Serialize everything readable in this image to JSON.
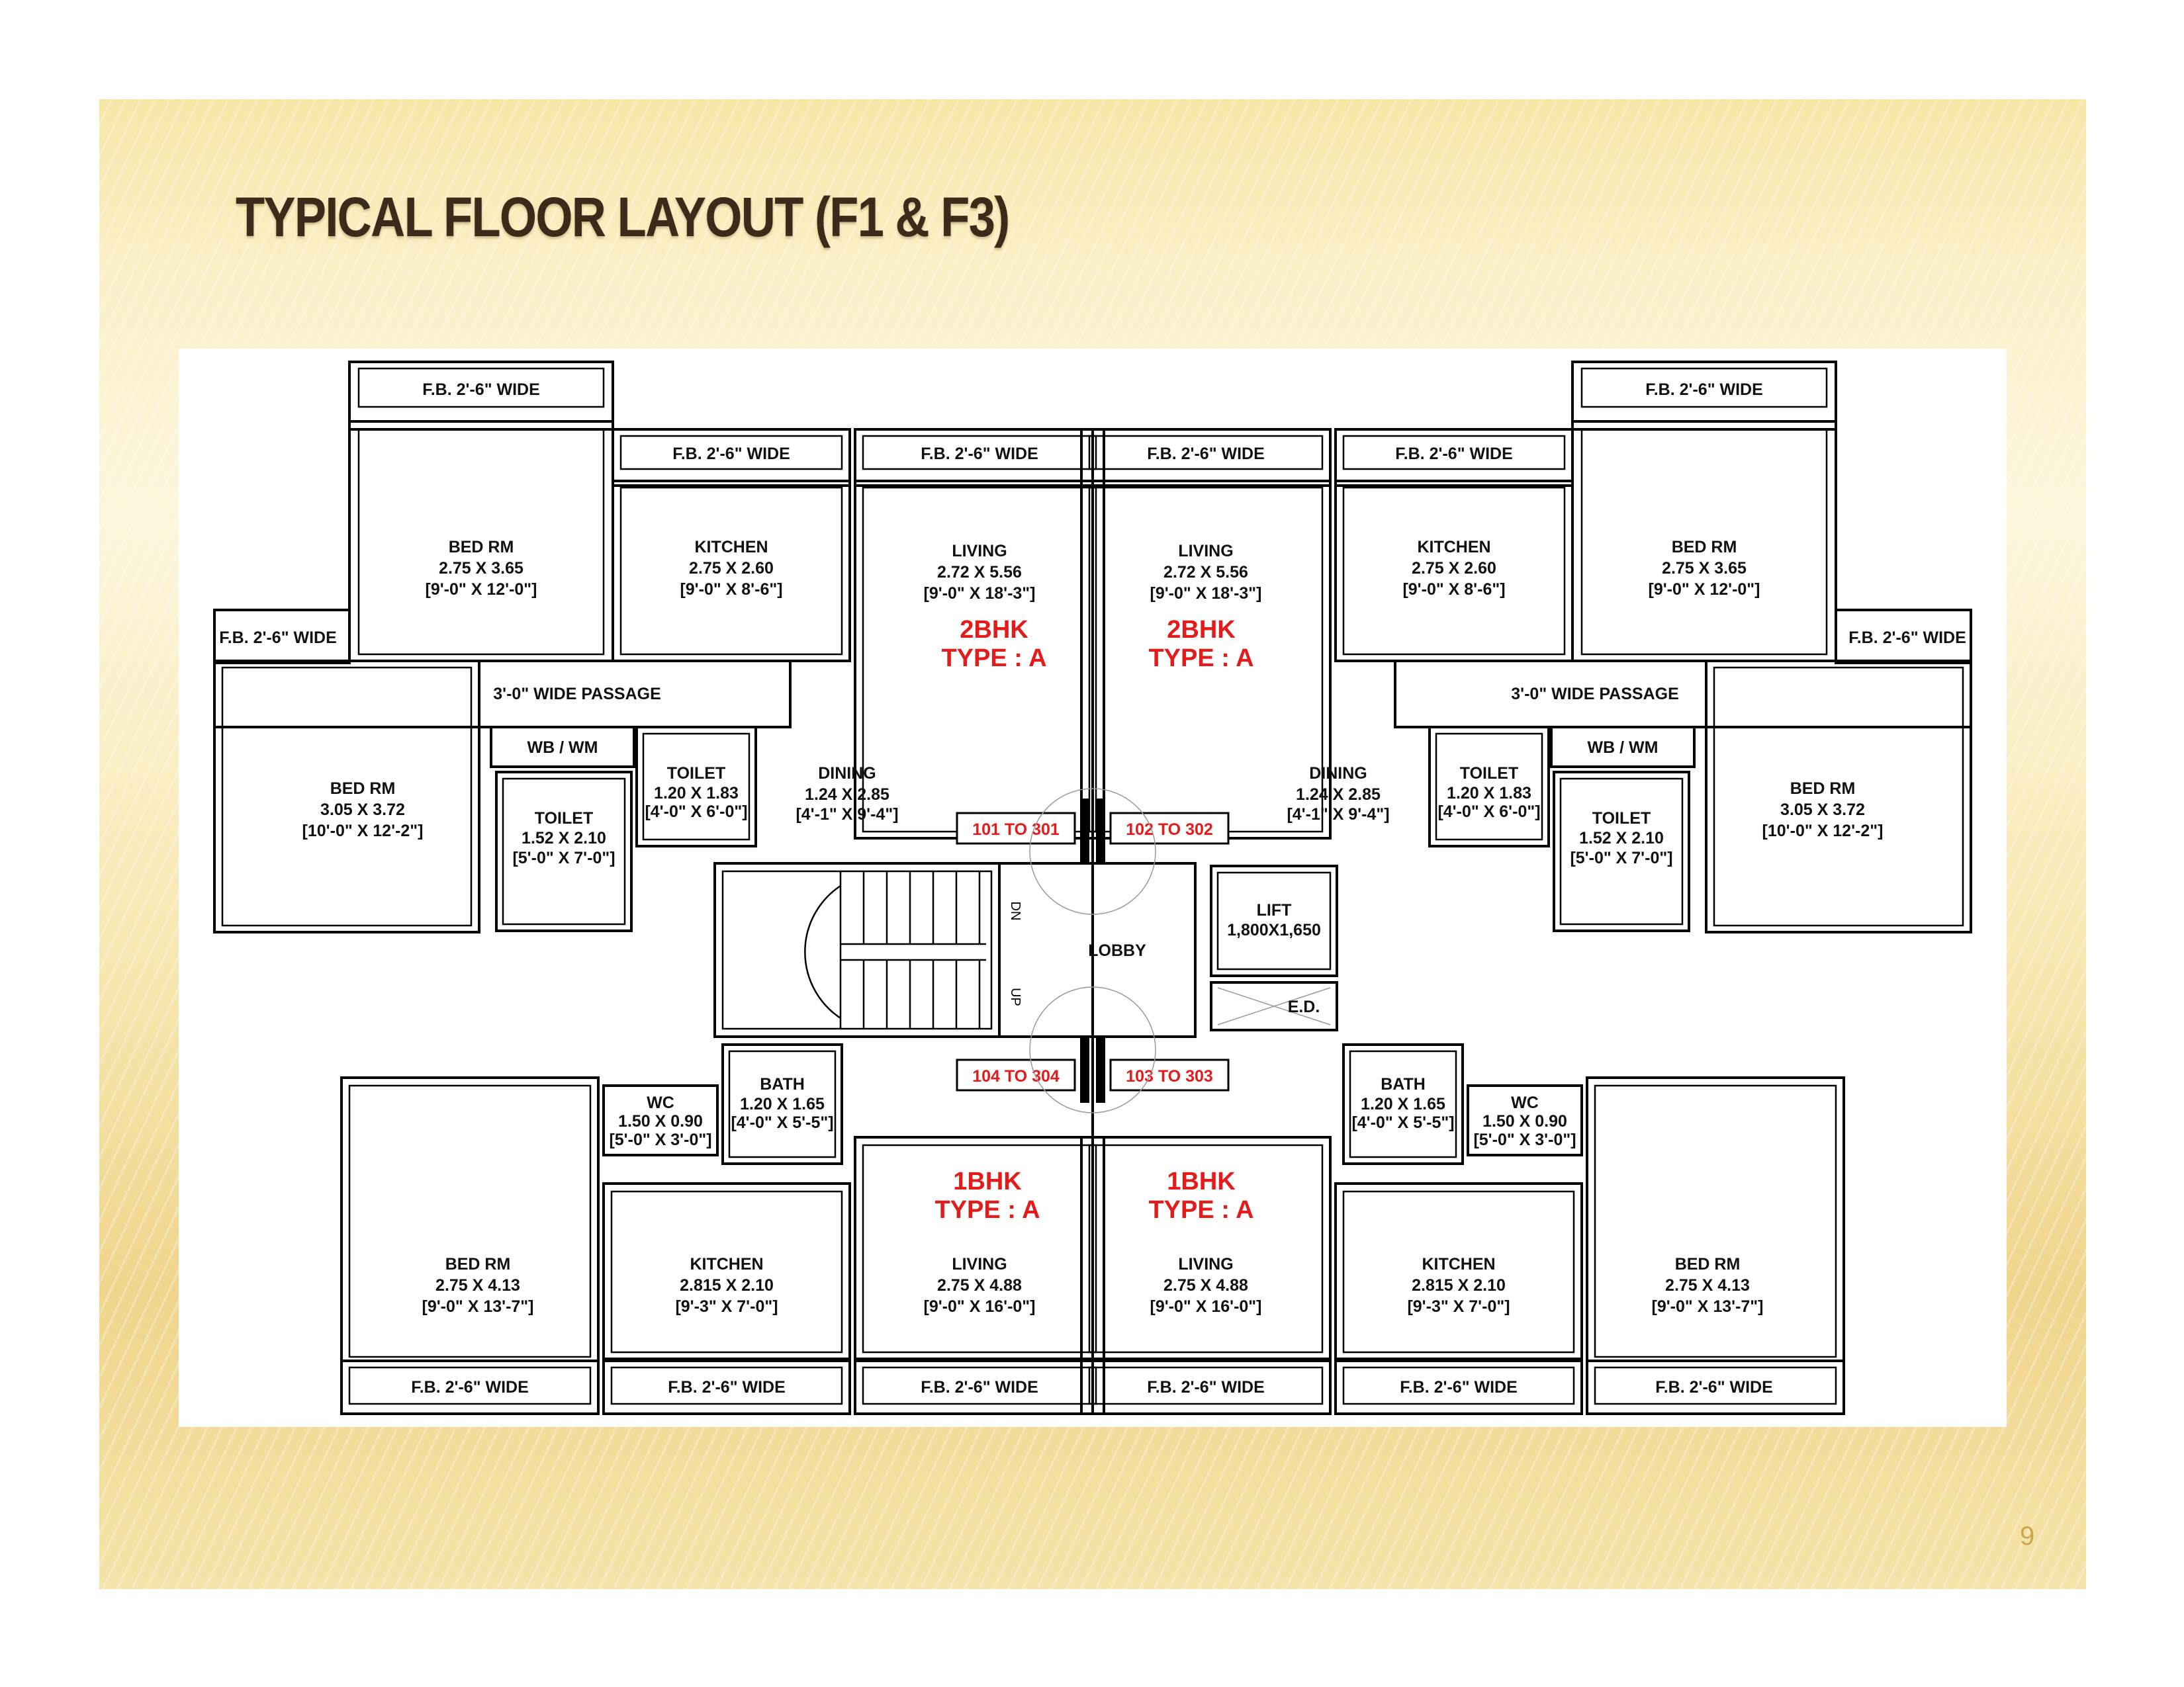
{
  "slide": {
    "title": "TYPICAL FLOOR LAYOUT (F1 & F3)",
    "page_number": "9"
  },
  "plan": {
    "fb_top_outer": "F.B. 2'-6\" WIDE",
    "fb_top_inner": "F.B. 2'-6\" WIDE",
    "fb_side": "F.B. 2'-6\" WIDE",
    "fb_bottom": "F.B. 2'-6\" WIDE",
    "units": {
      "top": {
        "type": "2BHK",
        "subtype": "TYPE : A",
        "left_range": "101 TO 301",
        "right_range": "102 TO 302"
      },
      "bottom": {
        "type": "1BHK",
        "subtype": "TYPE : A",
        "left_range": "104 TO 304",
        "right_range": "103 TO 303"
      }
    },
    "rooms": {
      "bed_top": {
        "name": "BED RM",
        "size": "2.75 X 3.65",
        "imperial": "[9'-0\" X 12'-0\"]"
      },
      "kitchen_top": {
        "name": "KITCHEN",
        "size": "2.75 X 2.60",
        "imperial": "[9'-0\" X 8'-6\"]"
      },
      "living_top": {
        "name": "LIVING",
        "size": "2.72 X 5.56",
        "imperial": "[9'-0\" X 18'-3\"]"
      },
      "passage": {
        "name": "3'-0\" WIDE PASSAGE"
      },
      "bed_side": {
        "name": "BED RM",
        "size": "3.05 X 3.72",
        "imperial": "[10'-0\" X 12'-2\"]"
      },
      "wbwm": {
        "name": "WB / WM"
      },
      "toilet_small": {
        "name": "TOILET",
        "size": "1.20 X 1.83",
        "imperial": "[4'-0\" X 6'-0\"]"
      },
      "toilet_large": {
        "name": "TOILET",
        "size": "1.52 X 2.10",
        "imperial": "[5'-0\" X 7'-0\"]"
      },
      "dining": {
        "name": "DINING",
        "size": "1.24 X 2.85",
        "imperial": "[4'-1\" X 9'-4\"]"
      },
      "lobby": {
        "name": "LOBBY"
      },
      "lift": {
        "name": "LIFT",
        "size": "1,800X1,650"
      },
      "ed": {
        "name": "E.D."
      },
      "stair_dn": "DN",
      "stair_up": "UP",
      "bath": {
        "name": "BATH",
        "size": "1.20 X 1.65",
        "imperial": "[4'-0\" X 5'-5\"]"
      },
      "wc": {
        "name": "WC",
        "size": "1.50 X 0.90",
        "imperial": "[5'-0\" X 3'-0\"]"
      },
      "bed_bottom": {
        "name": "BED RM",
        "size": "2.75 X 4.13",
        "imperial": "[9'-0\" X 13'-7\"]"
      },
      "kitchen_bottom": {
        "name": "KITCHEN",
        "size": "2.815 X 2.10",
        "imperial": "[9'-3\" X 7'-0\"]"
      },
      "living_bottom": {
        "name": "LIVING",
        "size": "2.75 X 4.88",
        "imperial": "[9'-0\" X 16'-0\"]"
      }
    }
  }
}
